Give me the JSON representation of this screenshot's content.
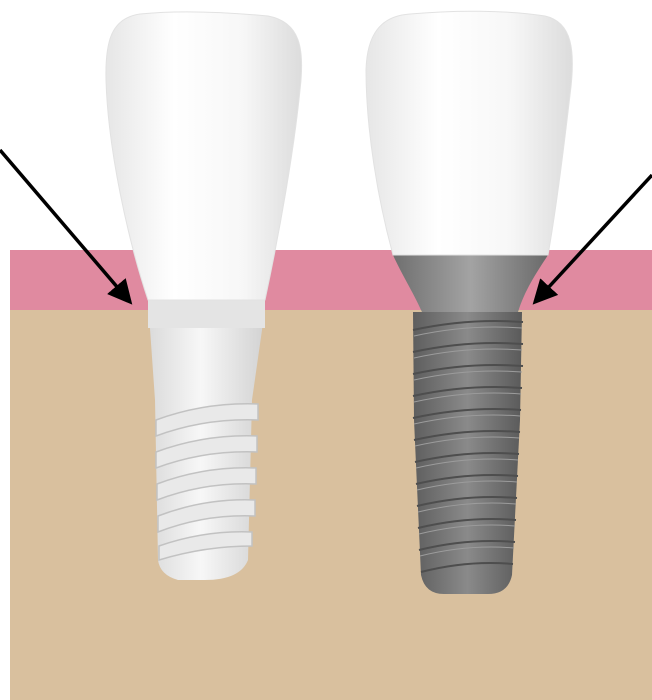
{
  "colors": {
    "background": "#ffffff",
    "gingiva": "#e08aa0",
    "bone": "#d9c09e",
    "crown": "#f4f4f4",
    "ceramic_implant": "#eeeeee",
    "titanium_implant": "#7b7b7b",
    "titanium_abutment": "#8e8e8e",
    "arrow": "#000000"
  },
  "implants": [
    {
      "material": "ceramic",
      "color_key": "ceramic_implant"
    },
    {
      "material": "titanium",
      "color_key": "titanium_implant"
    }
  ]
}
